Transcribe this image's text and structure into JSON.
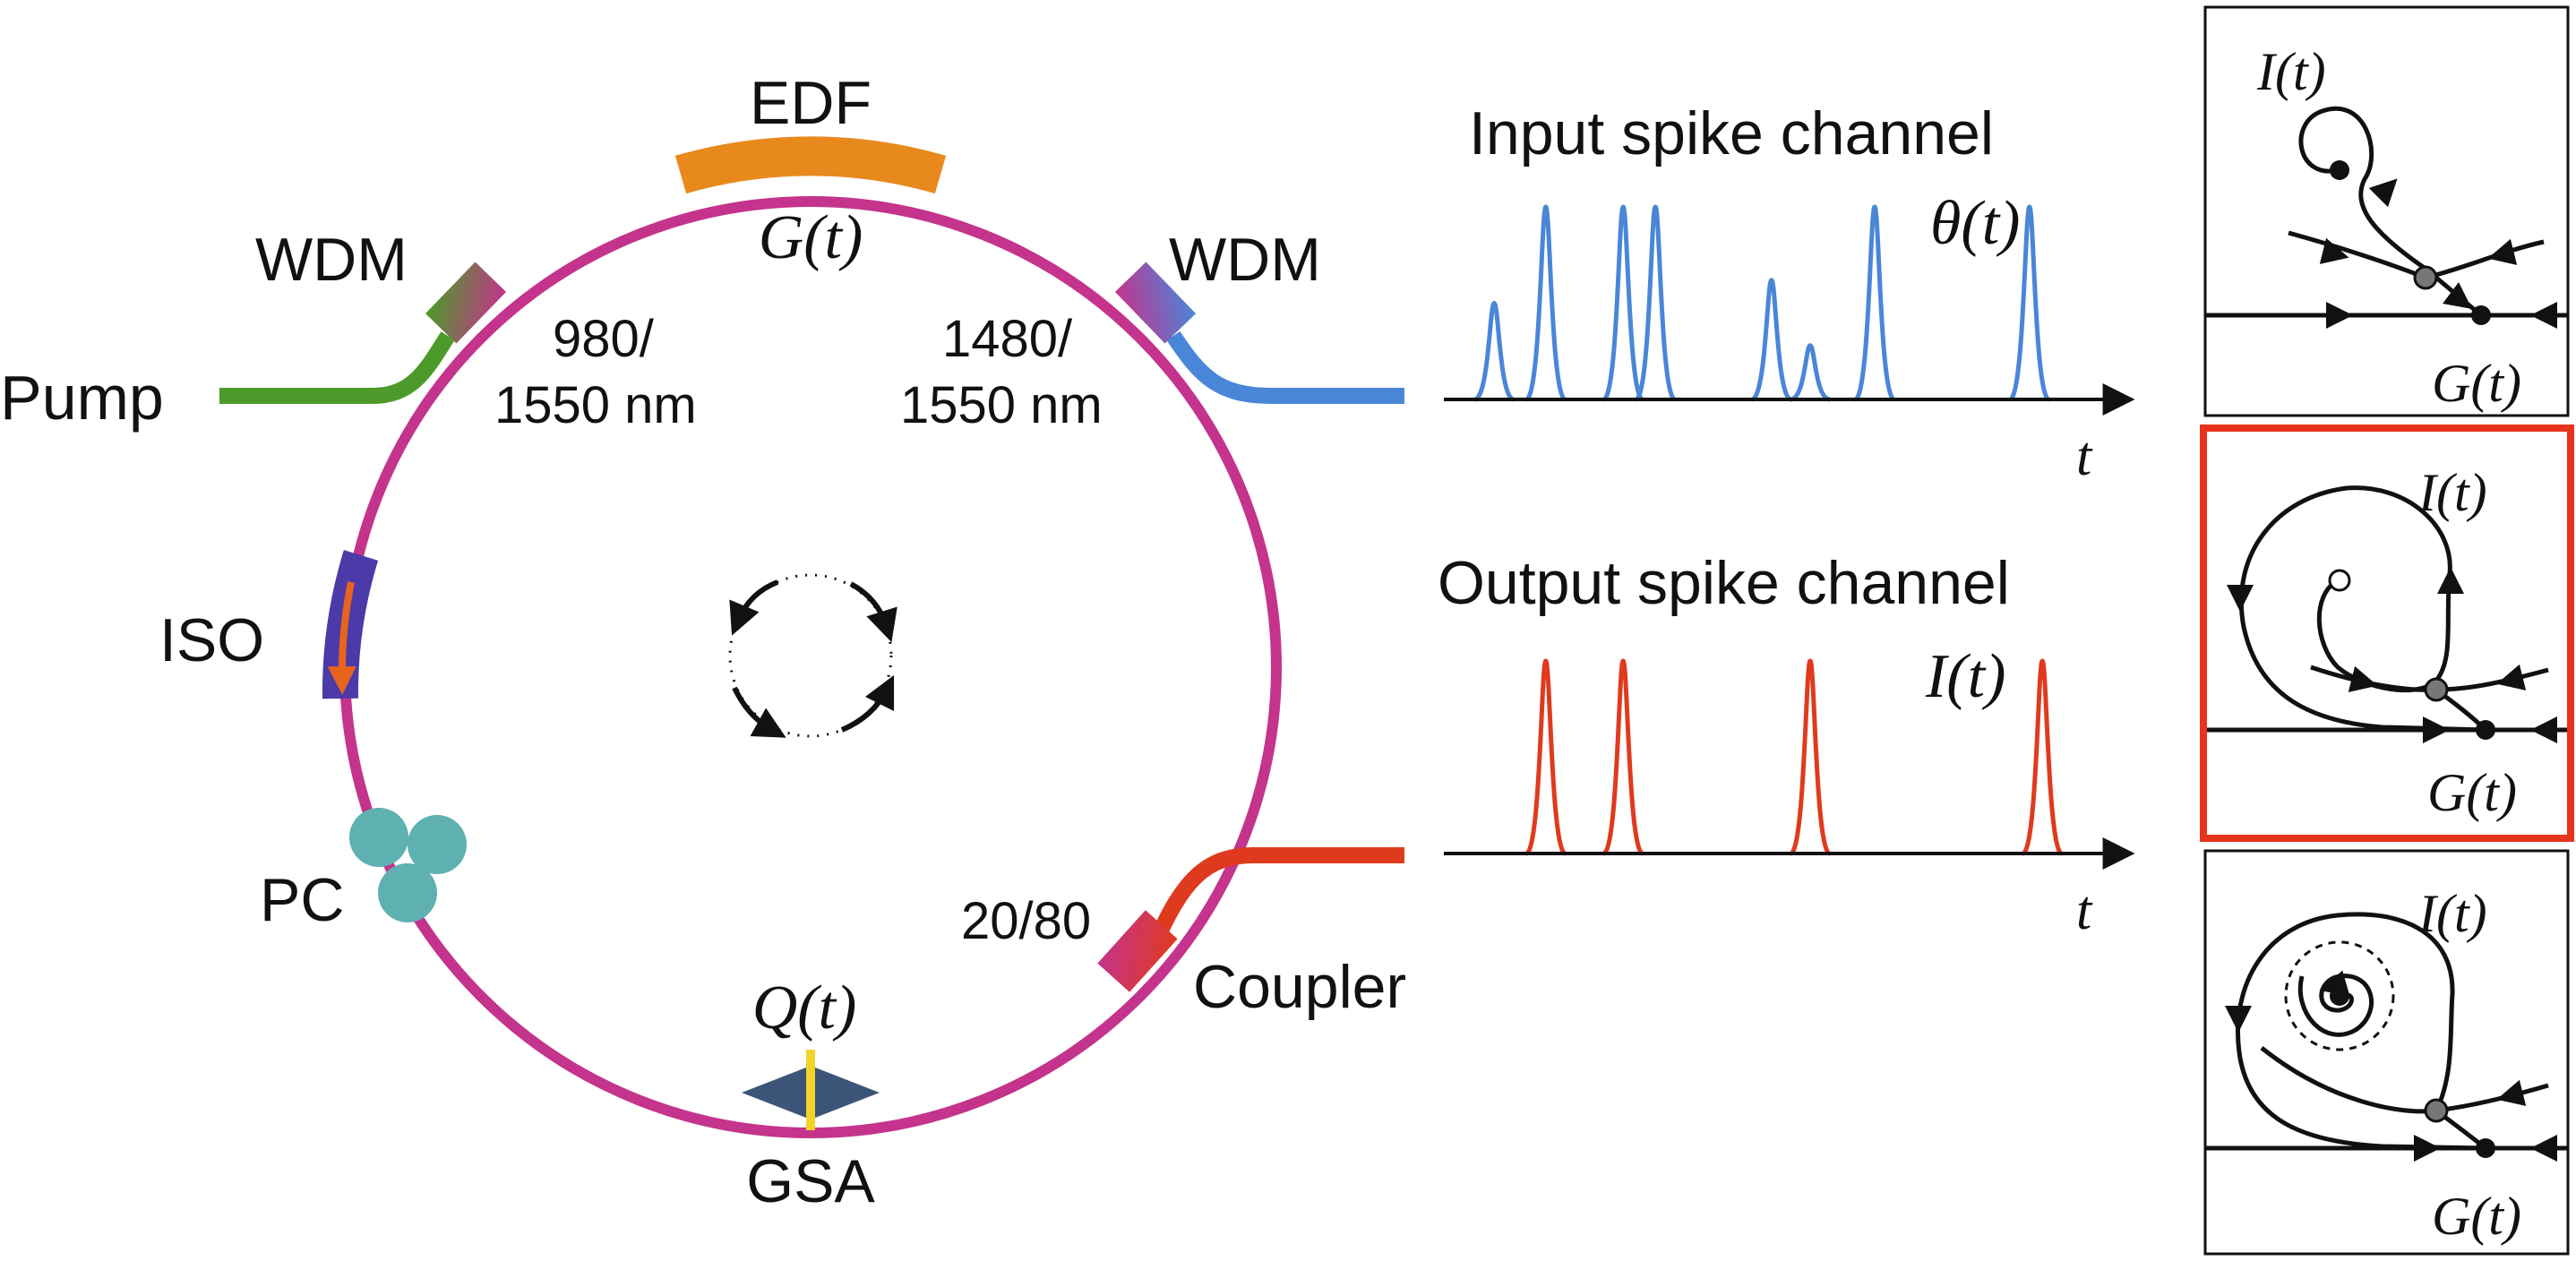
{
  "ring": {
    "edf_label": "EDF",
    "edf_gain": "G(t)",
    "wdm_left_label": "WDM",
    "wdm_right_label": "WDM",
    "wdm_left_wavelength": [
      "980/",
      "1550 nm"
    ],
    "wdm_right_wavelength": [
      "1480/",
      "1550 nm"
    ],
    "pump_label": "Pump",
    "iso_label": "ISO",
    "pc_label": "PC",
    "coupler_ratio": "20/80",
    "coupler_label": "Coupler",
    "gsa_label": "GSA",
    "gsa_loss": "Q(t)"
  },
  "input_channel": {
    "title": "Input spike channel",
    "signal": "θ(t)",
    "time_axis": "t",
    "color": "#4a86d8",
    "spikes": [
      {
        "t": 0.06,
        "h": 0.5
      },
      {
        "t": 0.14,
        "h": 1.0
      },
      {
        "t": 0.26,
        "h": 1.0
      },
      {
        "t": 0.31,
        "h": 1.0
      },
      {
        "t": 0.49,
        "h": 0.62
      },
      {
        "t": 0.55,
        "h": 0.28
      },
      {
        "t": 0.65,
        "h": 1.0
      },
      {
        "t": 0.89,
        "h": 1.0
      }
    ]
  },
  "output_channel": {
    "title": "Output spike channel",
    "signal": "I(t)",
    "time_axis": "t",
    "color": "#e03a1e",
    "spikes": [
      {
        "t": 0.14,
        "h": 1.0
      },
      {
        "t": 0.26,
        "h": 1.0
      },
      {
        "t": 0.55,
        "h": 1.0
      },
      {
        "t": 0.91,
        "h": 1.0
      }
    ]
  },
  "phase_portraits": [
    {
      "y_label": "I(t)",
      "x_label": "G(t)",
      "highlighted": false
    },
    {
      "y_label": "I(t)",
      "x_label": "G(t)",
      "highlighted": true,
      "highlight_color": "#e8341c"
    },
    {
      "y_label": "I(t)",
      "x_label": "G(t)",
      "highlighted": false
    }
  ],
  "colors": {
    "ring": "#c4338c",
    "edf": "#e8891e",
    "pump_fiber": "#4d9a2a",
    "input_fiber": "#4a86d8",
    "output_fiber": "#e03a1e",
    "iso": "#4b3aa8",
    "iso_arrow": "#e8641e",
    "pc": "#5fb0b0",
    "gsa": "#3c5478",
    "gsa_mark": "#f2d32a"
  }
}
